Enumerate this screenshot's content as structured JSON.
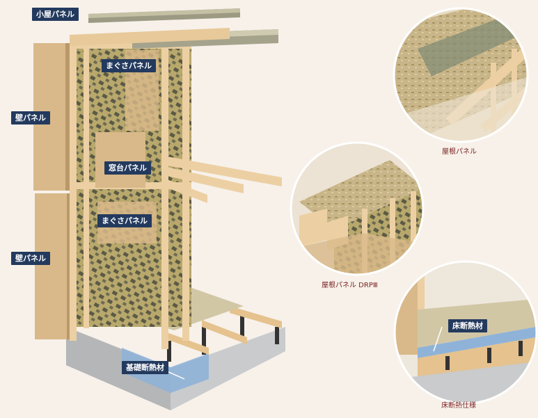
{
  "labels": {
    "roof_attic_panel": "小屋パネル",
    "wall_panel_upper": "壁パネル",
    "wall_panel_lower": "壁パネル",
    "stud_panel_upper": "まぐさパネル",
    "stud_panel_lower": "まぐさパネル",
    "window_sill_panel": "窓台パネル",
    "foundation_insulation": "基礎断熱材",
    "floor_insulation": "床断熱材"
  },
  "captions": {
    "roof_panel": "屋根パネル",
    "roof_panel_drp": "屋根パネル DRPⅢ",
    "floor_insulation_spec": "床断熱仕様"
  },
  "colors": {
    "label_bg": "#233a5e",
    "caption_text": "#7a1f1f",
    "wood": "#e8c99a",
    "panel": "#d9b98a",
    "osb": "#c9b98a",
    "wrap": "#b9a870",
    "concrete": "#c9cbcc",
    "insulation": "#8fb3d8",
    "background": "#f7f1ea"
  }
}
